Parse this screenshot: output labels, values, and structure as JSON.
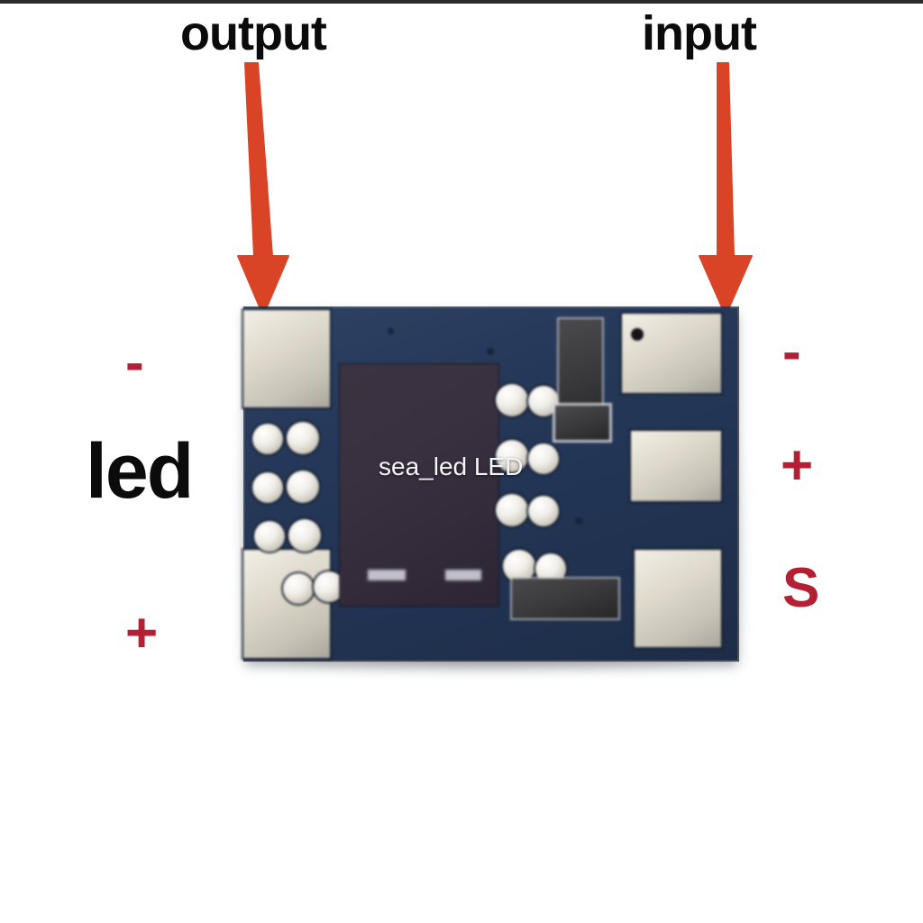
{
  "image": {
    "subject": "mini DC-DC / LED driver PCB module photo with annotation callouts",
    "background_color": "#ffffff"
  },
  "callouts": [
    {
      "id": "output",
      "label": "output",
      "text_color": "#0b0b0b",
      "arrow_color": "#d94426",
      "points_to": "left solder pad of module"
    },
    {
      "id": "input",
      "label": "input",
      "text_color": "#0b0b0b",
      "arrow_color": "#d94426",
      "points_to": "right solder pad of module"
    }
  ],
  "terminals": {
    "left_group": {
      "group_label": "led",
      "group_label_color": "#0b0b0b",
      "marks": [
        {
          "symbol": "-",
          "color": "#b42033"
        },
        {
          "symbol": "+",
          "color": "#b42033"
        }
      ]
    },
    "right_group": {
      "marks": [
        {
          "symbol": "-",
          "color": "#b42033"
        },
        {
          "symbol": "+",
          "color": "#b42033"
        },
        {
          "symbol": "S",
          "color": "#b42033"
        }
      ]
    }
  },
  "board": {
    "watermark": "sea_led LED",
    "watermark_color": "#f4f5f7",
    "pcb_color": "#27395a",
    "ic_color": "#342b3a",
    "pad_color": "#ded9cc"
  }
}
